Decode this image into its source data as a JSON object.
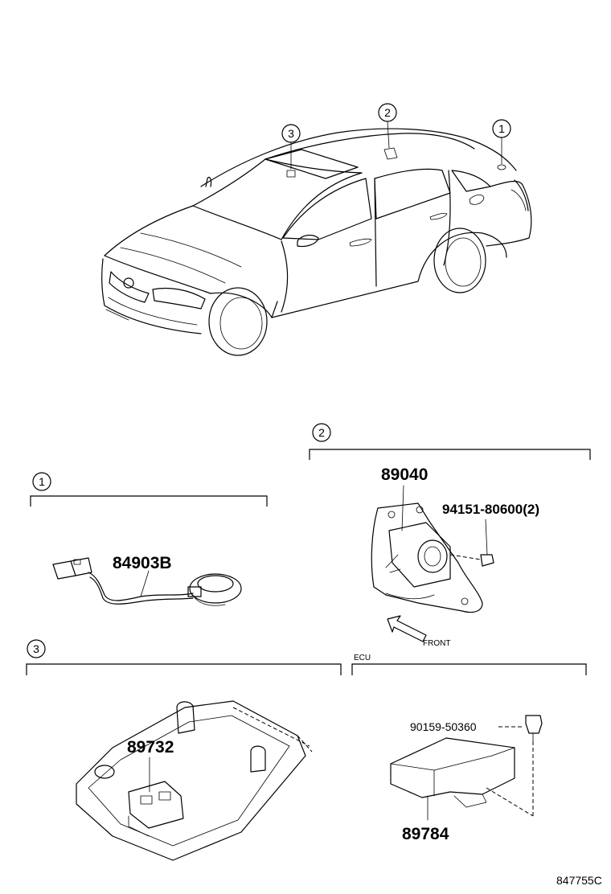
{
  "callouts": [
    "1",
    "2",
    "3"
  ],
  "sections": {
    "s1": {
      "callout": "1",
      "part": "84903B"
    },
    "s2": {
      "callout": "2",
      "part_main": "89040",
      "part_bolt": "94151-80600(2)",
      "arrow_label": "FRONT"
    },
    "s3": {
      "callout": "3",
      "part": "89732"
    },
    "ecu": {
      "header": "ECU",
      "part_bolt": "90159-50360",
      "part_main": "89784"
    }
  },
  "diagram_code": "847755C"
}
